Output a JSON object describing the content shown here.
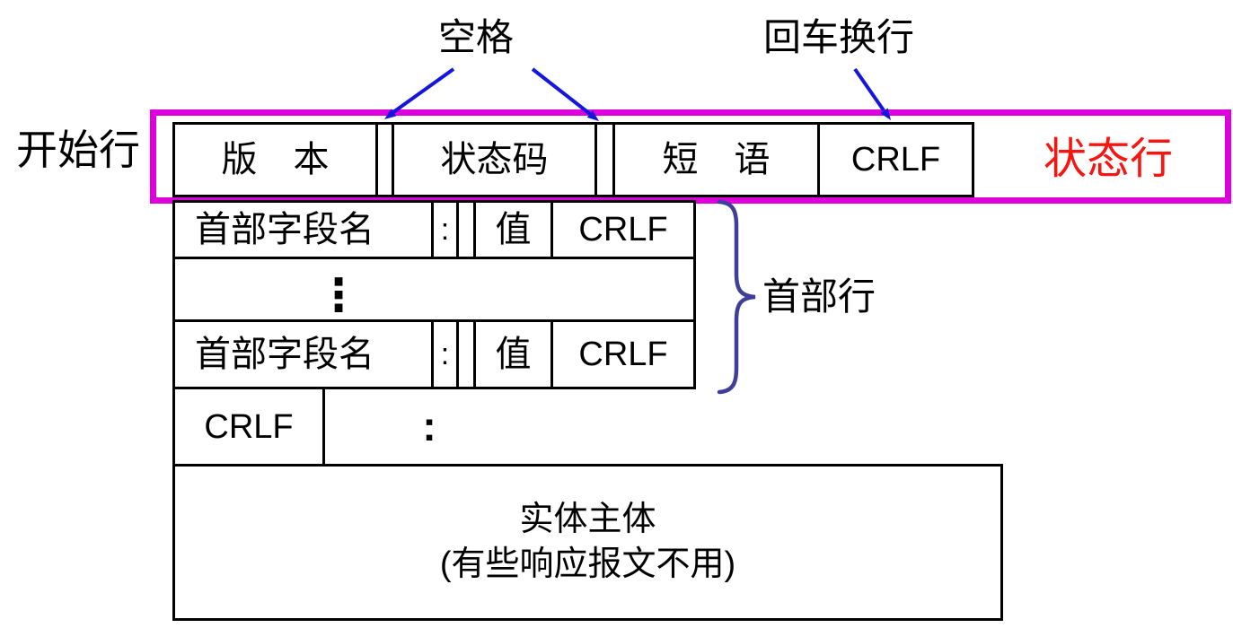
{
  "labels": {
    "space": "空格",
    "crlf_annotation": "回车换行",
    "start_line": "开始行",
    "status_line": "状态行",
    "header_lines": "首部行"
  },
  "status_row": {
    "version": "版　本",
    "status_code": "状态码",
    "phrase": "短　语",
    "crlf": "CRLF"
  },
  "header_row": {
    "field_name": "首部字段名",
    "colon": ":",
    "value": "值",
    "crlf": "CRLF"
  },
  "ellipsis": "⋮",
  "blank_line_row": {
    "crlf": "CRLF",
    "colon": ":"
  },
  "entity_body": {
    "line1": "实体主体",
    "line2": "(有些响应报文不用)"
  },
  "colors": {
    "highlight_box": "#DD00DD",
    "status_line_text": "#FA1410",
    "arrows": "#1515E0",
    "brace": "#3F3F99",
    "box_border": "#000000"
  }
}
